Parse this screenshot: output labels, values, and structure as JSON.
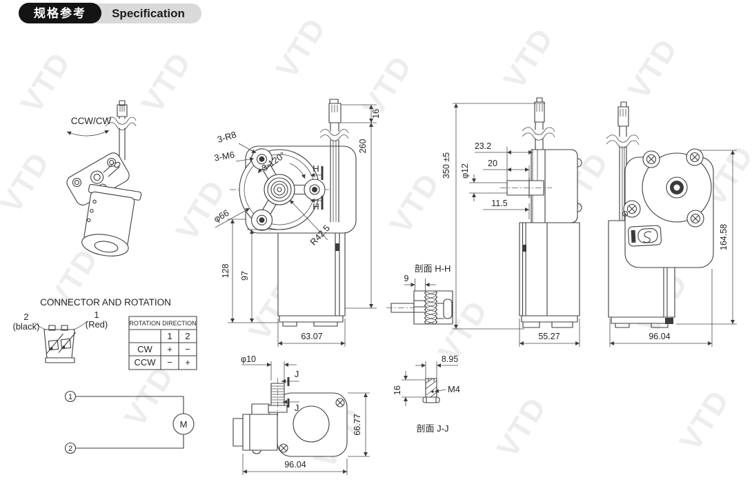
{
  "header": {
    "title_cn": "规格参考",
    "title_en": "Specification"
  },
  "watermark": {
    "text": "VTD"
  },
  "iso_view": {
    "rotation_label": "CCW/CW"
  },
  "front_view": {
    "dim_connector": "16",
    "dim_cable": "260",
    "label_radius_lugs": "3-R8",
    "label_thread_lugs": "3-M6",
    "label_angle": "3-120°",
    "label_bolt_circle": "φ66",
    "label_housing_radius": "R42.5",
    "section_h_top": "H",
    "section_h_bottom": "H",
    "dim_height_overall": "128",
    "dim_height_body": "97",
    "dim_width": "63.07"
  },
  "side_view": {
    "dim_total_length": "350 ±5",
    "dim_shaft_to_cable": "23.2",
    "dim_shaft_length": "20",
    "dim_shaft_dia": "φ12",
    "dim_cable_offset": "11.5",
    "dim_depth": "55.27"
  },
  "rear_view": {
    "dim_height": "164.58",
    "dim_width": "96.04"
  },
  "connector_section": {
    "title": "CONNECTOR AND ROTATION",
    "pin2_number": "2",
    "pin2_color": "(black)",
    "pin1_number": "1",
    "pin1_color": "(Red)",
    "table": {
      "header": "ROTATION DIRECTION",
      "col_headers": [
        "1",
        "2"
      ],
      "rows": [
        {
          "direction": "CW",
          "pin1": "+",
          "pin2": "−"
        },
        {
          "direction": "CCW",
          "pin1": "−",
          "pin2": "+"
        }
      ]
    }
  },
  "circuit": {
    "terminal_1": "1",
    "terminal_2": "2",
    "motor": "M"
  },
  "bottom_view": {
    "dim_shaft_dia": "φ10",
    "section_j_top": "J",
    "section_j_mid": "J",
    "dim_height": "66.77",
    "dim_width": "96.04"
  },
  "section_hh": {
    "title": "剖面 H-H",
    "dim_bearing": "9"
  },
  "section_jj": {
    "title": "剖面 J-J",
    "dim_width": "8.95",
    "dim_height": "16",
    "label_thread": "M4"
  }
}
